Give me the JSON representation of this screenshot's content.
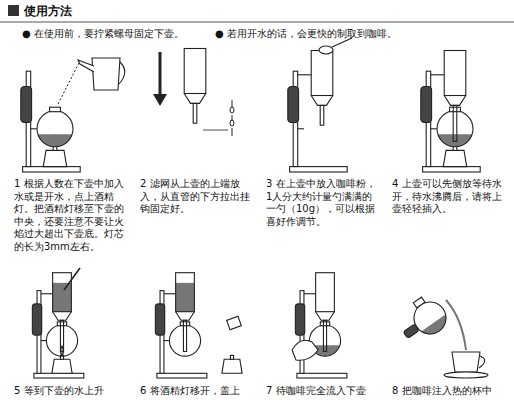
{
  "diagram": {
    "title": "使用方法",
    "labels": [
      "● 在使用前，要拧紧螺母固定下壶。",
      "● 若用开水的话，会更快的制取到咖啡。",
      "1 根据人数在下壶中加入水或是开水，点上酒精灯。把酒精灯移至下壶的中央，还要注意不要让火焰过大超出下壶底。灯芯的长为3mm左右。",
      "2 滤网从上壶的上端放入，从直管的下方拉出挂钩固定好。",
      "3 在上壶中放入咖啡粉，1人分大约计量勺满满的一勺（10g），可以根据喜好作调节。",
      "4 上壶可以先侧放等待水开，待水沸腾后，请将上壶轻轻插入。",
      "5 等到下壶的水上升",
      "6 将酒精灯移开，盖上",
      "7 待咖啡完全流入下壶",
      "8 把咖啡注入热的杯中"
    ]
  }
}
